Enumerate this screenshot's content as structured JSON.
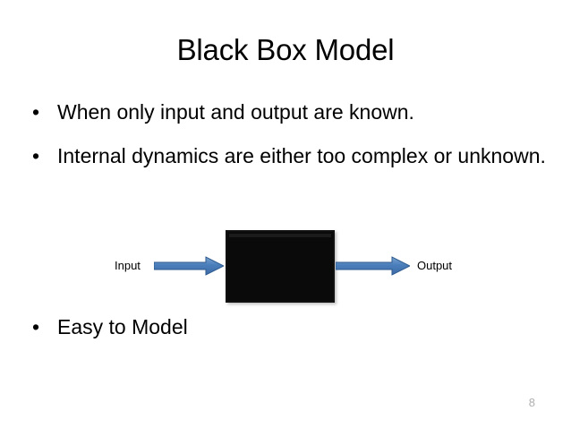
{
  "slide": {
    "title": "Black Box Model",
    "number": "8",
    "background_color": "#ffffff",
    "text_color": "#000000",
    "number_color": "#b0b0b0"
  },
  "bullets": [
    {
      "marker": "•",
      "text": "When only input and output are known."
    },
    {
      "marker": "•",
      "text": "Internal dynamics are either too complex or unknown."
    },
    {
      "marker": "•",
      "text": "Easy to Model"
    }
  ],
  "diagram": {
    "input_label": "Input",
    "output_label": "Output",
    "box_fill": "#0a0a0a",
    "arrow_fill": "#4a7ebb",
    "arrow_fill_light": "#7ba3d0",
    "arrow_stroke": "#2d5a8e"
  }
}
